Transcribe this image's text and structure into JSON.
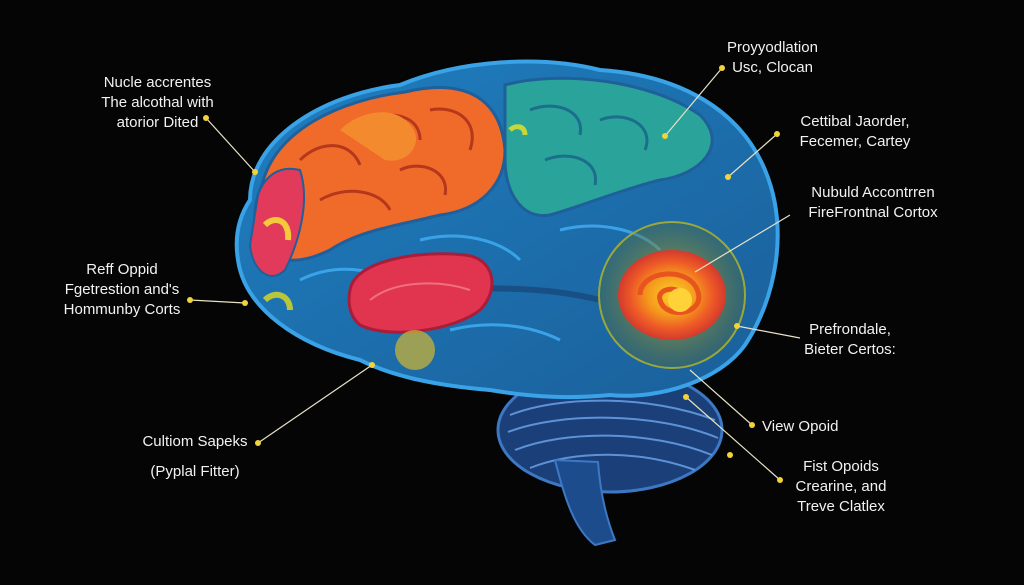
{
  "labels": {
    "nucleus": [
      "Nucle accrentes",
      "The alcothal with",
      "atorior Dited"
    ],
    "proyyodiation": [
      "Proyyodlation",
      "Usc, Clocan"
    ],
    "cettibal": [
      "Cettibal Jaorder,",
      "Fecemer, Cartey"
    ],
    "nubuld": [
      "Nubuld Accontrren",
      "FireFrontnal Cortox"
    ],
    "reff": [
      "Reff Oppid",
      "Fgetrestion and's",
      "Hommunby Corts"
    ],
    "prefrondale": [
      "Prefrondale,",
      "Bieter Certos:"
    ],
    "view": [
      "View Opoid"
    ],
    "fist": [
      "Fist Opoids",
      "Crearine, and",
      "Treve Clatlex"
    ],
    "cultiom": [
      "Cultiom Sapeks",
      "(Pyplal Fitter)"
    ]
  },
  "colors": {
    "background": "#050506",
    "brain_blue": "#2b8fd4",
    "brain_orange": "#f06a2a",
    "brain_teal": "#2aa39a",
    "amygdala_red": "#e0344f",
    "highlight_yellow": "#f3b51f",
    "leader_line": "#e8e2c6"
  }
}
